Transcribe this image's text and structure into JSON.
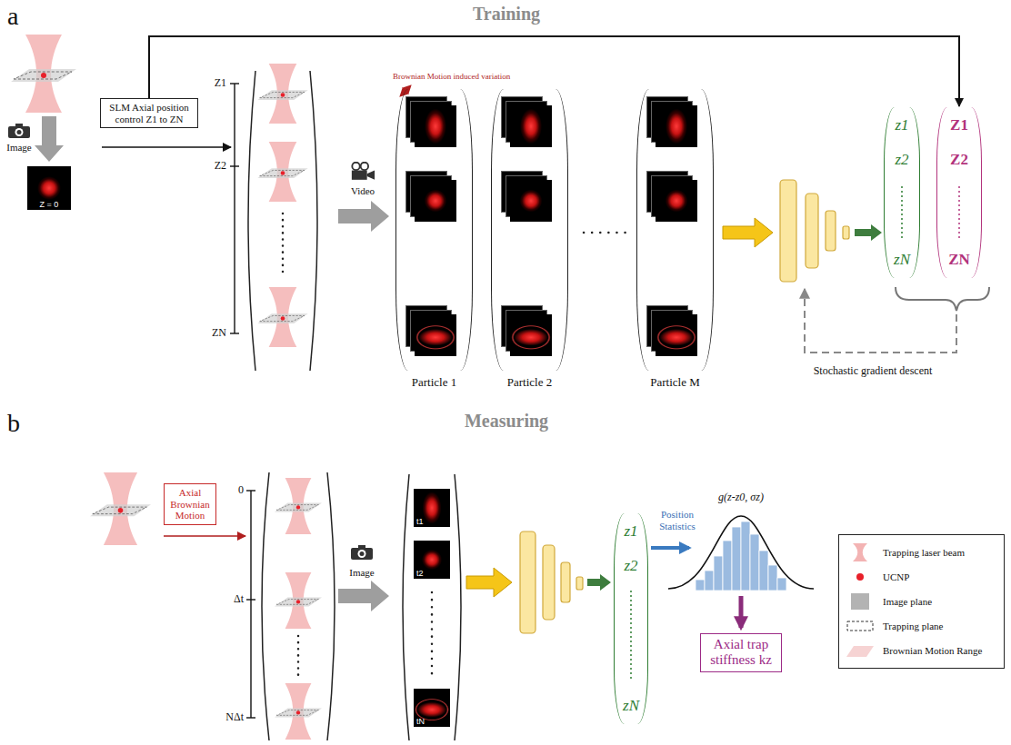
{
  "diagram": {
    "nodes": [
      {
        "text": [
          "Z = 0"
        ]
      },
      {
        "text": [
          "SLM Axial position control Z1 to ZN"
        ]
      },
      {
        "text": [
          "Particle 1"
        ]
      },
      {
        "text": [
          "Z1"
        ],
        "in": 2
      },
      {
        "text": [
          "Z2"
        ],
        "in": 2
      },
      {
        "text": [
          "ZN"
        ],
        "in": 2
      },
      {
        "text": [
          "Particle 2"
        ]
      },
      {
        "text": [
          "Z1"
        ],
        "in": 6
      },
      {
        "text": [
          "Z2"
        ],
        "in": 6
      },
      {
        "text": [
          "ZN"
        ],
        "in": 6
      },
      {
        "text": [
          "Particle M"
        ]
      },
      {
        "text": [
          "Z1"
        ],
        "in": 10
      },
      {
        "text": [
          "Z2"
        ],
        "in": 10
      },
      {
        "text": [
          "ZN"
        ],
        "in": 10
      },
      {
        "text": [
          "z1",
          "z2",
          "zN"
        ]
      },
      {
        "text": [
          "Z1",
          "Z2",
          "ZN"
        ]
      },
      {
        "text": [
          "Axial Brownian Motion"
        ]
      },
      {
        "text": [
          "t1"
        ]
      },
      {
        "text": [
          "t2"
        ]
      },
      {
        "text": [
          "tN"
        ]
      },
      {
        "text": [
          "z1",
          "z2",
          "zN"
        ]
      },
      {
        "text": [
          "Axial trap stiffness kz"
        ]
      }
    ],
    "edges": [
      {
        "from": 1,
        "to": 15,
        "arrow": "to"
      }
    ],
    "labels": [
      "a",
      "Training",
      "Image",
      "Z1",
      "Z2",
      "ZN",
      "Video",
      "Brownian Motion induced variation",
      "Stochastic gradient descent",
      "b",
      "Measuring",
      "0",
      "Δt",
      "NΔt",
      "Image",
      "Position Statistics",
      "g(z-z0, σz)"
    ],
    "legend": [
      {
        "text": "Trapping laser beam"
      },
      {
        "text": "UCNP",
        "color": "#e8202a"
      },
      {
        "text": "Image plane",
        "color": "#b3b3b3"
      },
      {
        "text": "Trapping plane"
      },
      {
        "text": "Brownian Motion Range",
        "color": "#f6d3d3"
      }
    ]
  }
}
